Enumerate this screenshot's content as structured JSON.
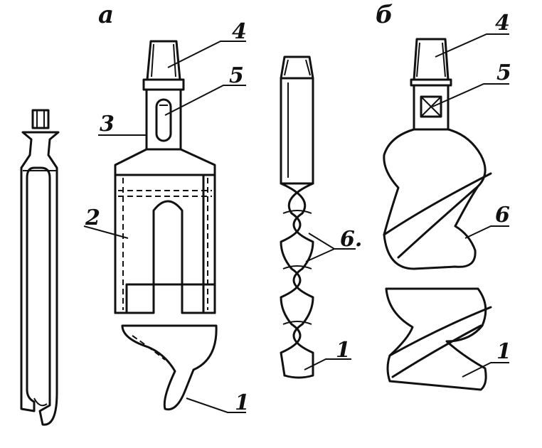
{
  "section_labels": {
    "a": "а",
    "b": "б"
  },
  "callouts": {
    "left": {
      "c4": "4",
      "c5": "5",
      "c3": "3",
      "c2": "2",
      "c1": "1"
    },
    "middle": {
      "c6": "6.",
      "c1": "1"
    },
    "right": {
      "c4": "4",
      "c5": "5",
      "c6": "6",
      "c1": "1"
    }
  }
}
